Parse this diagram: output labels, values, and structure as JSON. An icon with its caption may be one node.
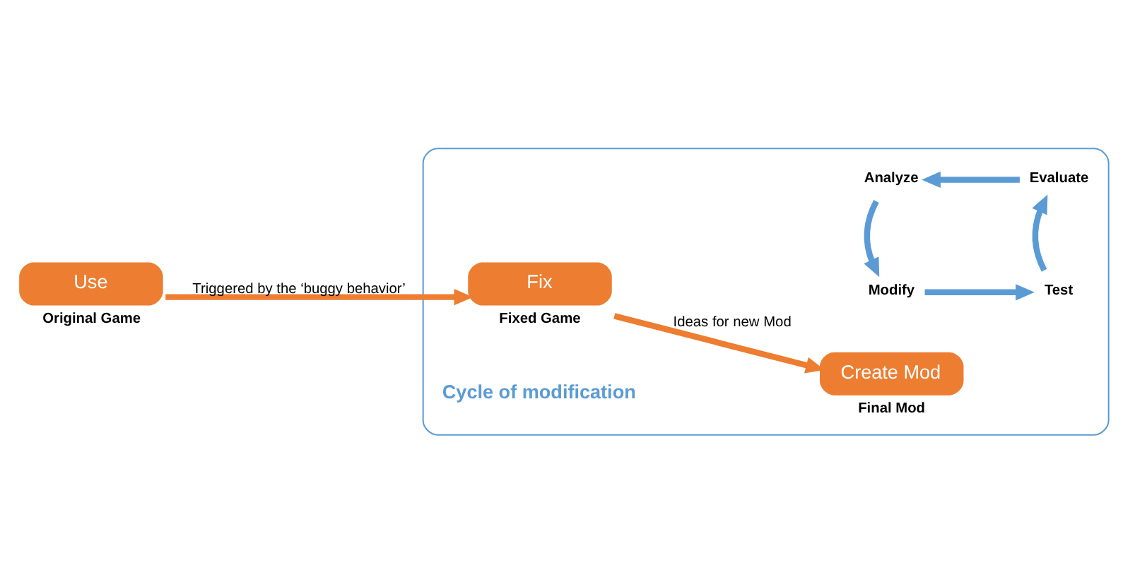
{
  "diagram": {
    "nodes": [
      {
        "text": [
          "Use"
        ],
        "beside": [
          "Original Game"
        ]
      },
      {
        "text": [],
        "shape": "box"
      },
      {
        "text": [
          "Fix"
        ],
        "in": 1,
        "beside": [
          "Fixed Game"
        ]
      },
      {
        "text": [
          "Create Mod"
        ],
        "in": 1,
        "beside": [
          "Final Mod"
        ]
      },
      {
        "text": [
          "Modify"
        ],
        "in": 1
      },
      {
        "text": [
          "Test"
        ],
        "in": 1
      },
      {
        "text": [
          "Evaluate"
        ],
        "in": 1
      },
      {
        "text": [
          "Analyze"
        ],
        "in": 1
      }
    ],
    "edges": [
      {
        "from": 0,
        "to": 2,
        "arrow": "to",
        "label": "Triggered by the ‘buggy behavior’",
        "color": "#ed7d31"
      },
      {
        "from": 2,
        "to": 3,
        "arrow": "to",
        "label": "Ideas for new Mod",
        "color": "#ed7d31"
      },
      {
        "from": 4,
        "to": 5,
        "arrow": "to"
      },
      {
        "from": 5,
        "to": 6,
        "arrow": "to"
      },
      {
        "from": 6,
        "to": 7,
        "arrow": "to"
      },
      {
        "from": 7,
        "to": 4,
        "arrow": "to"
      }
    ],
    "labels": [
      "Cycle of modification"
    ]
  }
}
